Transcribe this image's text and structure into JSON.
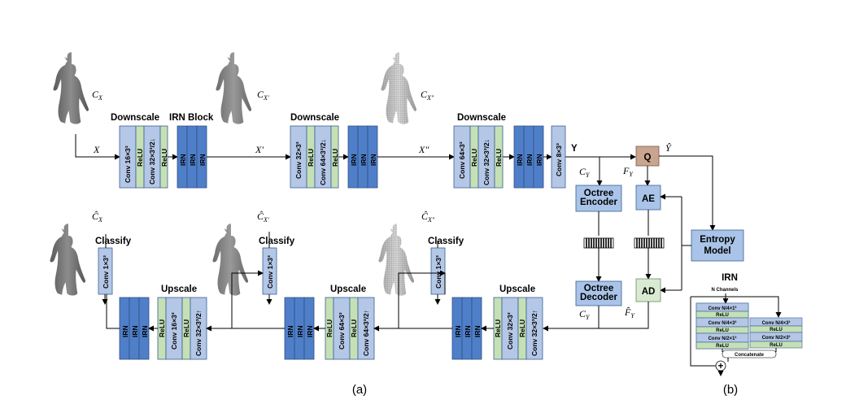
{
  "labels": {
    "downscale": "Downscale",
    "upscale": "Upscale",
    "irn_block": "IRN Block",
    "classify": "Classify",
    "irn": "IRN",
    "relu": "ReLU",
    "q": "Q",
    "ae": "AE",
    "ad": "AD",
    "entropy_model": "Entropy\nModel",
    "octree_encoder": "Octree\nEncoder",
    "octree_decoder": "Octree\nDecoder",
    "irn_title": "IRN",
    "n_channels": "N Channels",
    "concatenate": "Concatenate",
    "plus": "+",
    "caption_a": "(a)",
    "caption_b": "(b)"
  },
  "vars": {
    "X": "X",
    "X1": "X′",
    "X2": "X″",
    "Y": "Y",
    "Yhat": "Ŷ",
    "CX": "C",
    "CX_sub": "X",
    "CX1_sub": "X′",
    "CX2_sub": "X″",
    "CY": "C",
    "CY_sub": "Y",
    "FY": "F",
    "FY_sub": "Y",
    "CYhat": "C",
    "FYhat": "F̂",
    "CXhat": "Ĉ"
  },
  "encoder": [
    {
      "conv": [
        "Conv 16×3³",
        "Conv 32×3³/2↓"
      ]
    },
    {
      "conv": [
        "Conv 32×3³",
        "Conv 64×3³/2↓"
      ]
    },
    {
      "conv": [
        "Conv 64×3³",
        "Conv 32×3³/2↓"
      ]
    },
    {
      "final": "Conv 8×3³"
    }
  ],
  "decoder": [
    {
      "conv": [
        "Conv 16×3³",
        "Conv 32×3³/2↑"
      ],
      "classify": "Conv 1×3³"
    },
    {
      "conv": [
        "Conv 64×3³",
        "Conv 64×3³/2↑"
      ],
      "classify": "Conv 1×3³"
    },
    {
      "conv": [
        "Conv 32×3³",
        "Conv 32×3³/2↑"
      ],
      "classify": "Conv 1×3³"
    }
  ],
  "irn_detail": {
    "left": [
      "Conv N/4×1³",
      "ReLU",
      "Conv N/4×3³",
      "ReLU",
      "Conv N/2×1³",
      "ReLU"
    ],
    "right": [
      "Conv N/4×3³",
      "ReLU",
      "Conv N/2×3³",
      "ReLU"
    ]
  },
  "colors": {
    "conv_fill": "#b4c7e7",
    "relu_fill": "#c5e0b4",
    "irn_fill": "#4f7fc9",
    "q_fill": "#c9a48f",
    "ad_fill": "#d9ead3",
    "box_fill": "#a9c4e8",
    "stroke": "#3a5f93"
  }
}
